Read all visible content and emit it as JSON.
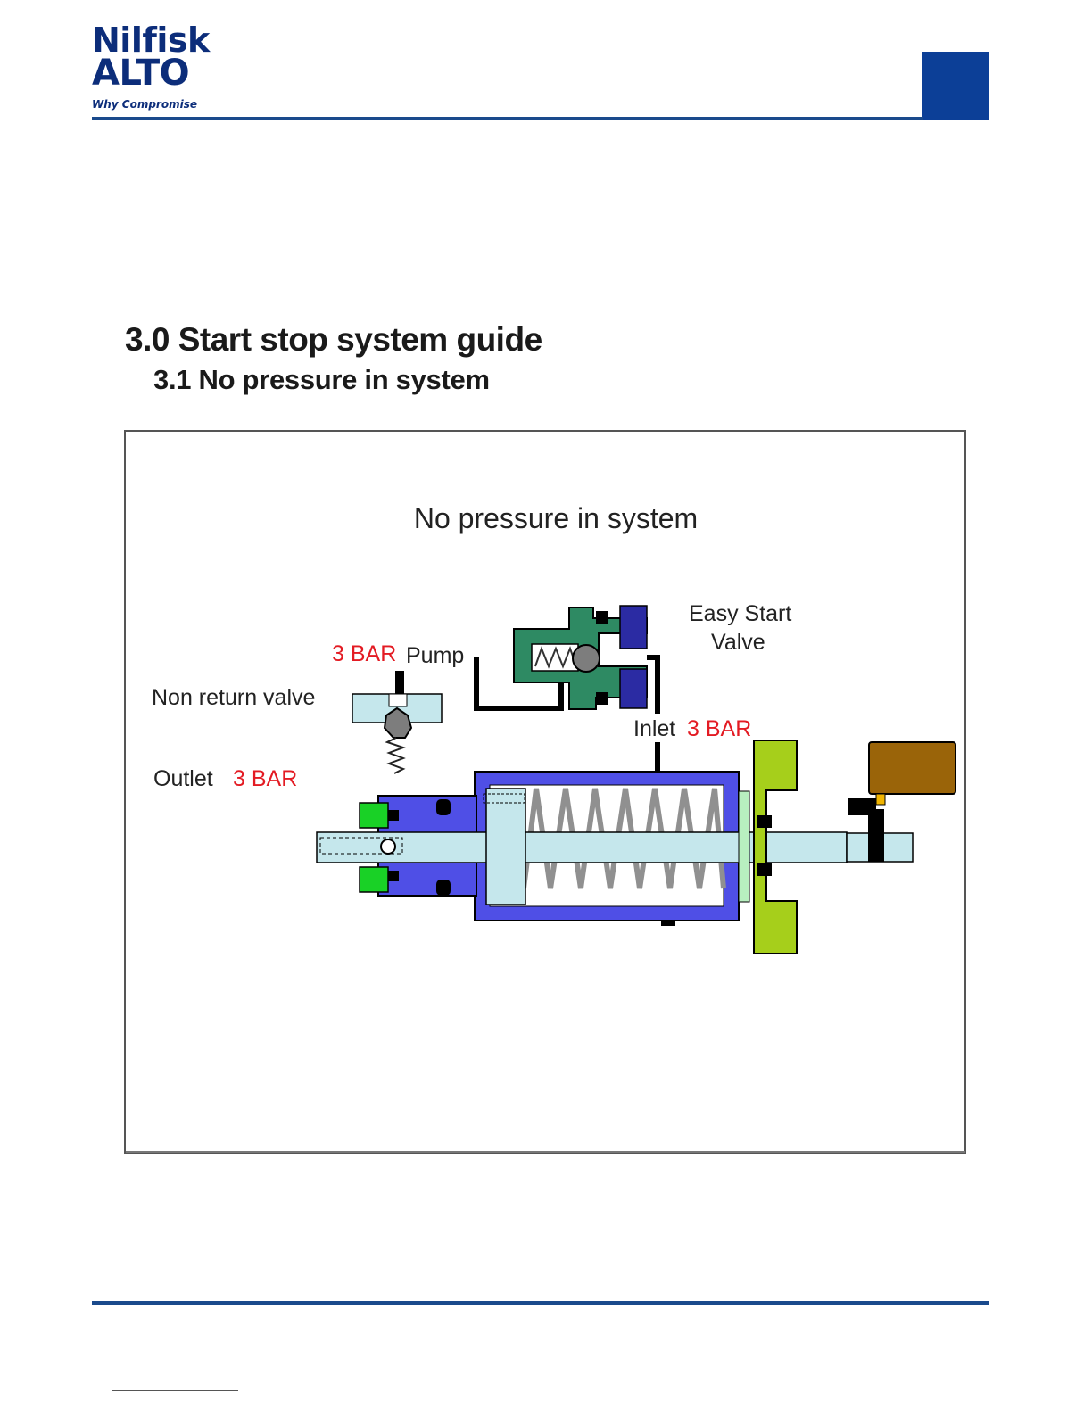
{
  "header": {
    "logo_line1": "Nilfisk",
    "logo_line2": "ALTO",
    "logo_tagline": "Why Compromise"
  },
  "section": {
    "title": "3.0 Start stop system guide",
    "subtitle": "3.1 No pressure in system"
  },
  "diagram": {
    "title": "No pressure in system",
    "labels": {
      "easy_start_1": "Easy Start",
      "easy_start_2": "Valve",
      "pump_pressure": "3 BAR",
      "pump": "Pump",
      "non_return_valve": "Non return valve",
      "inlet": "Inlet",
      "inlet_pressure": "3 BAR",
      "outlet": "Outlet",
      "outlet_pressure": "3 BAR"
    },
    "colors": {
      "cylinder": "#4f4fe6",
      "end_cap": "#a6cf1b",
      "easy_start_body": "#2e8a63",
      "seal_ring": "#2b2ba3",
      "green_seal": "#19d126",
      "rod": "#c5e7ec",
      "microswitch": "#9a6409",
      "pressure_text": "#e31b23"
    }
  }
}
